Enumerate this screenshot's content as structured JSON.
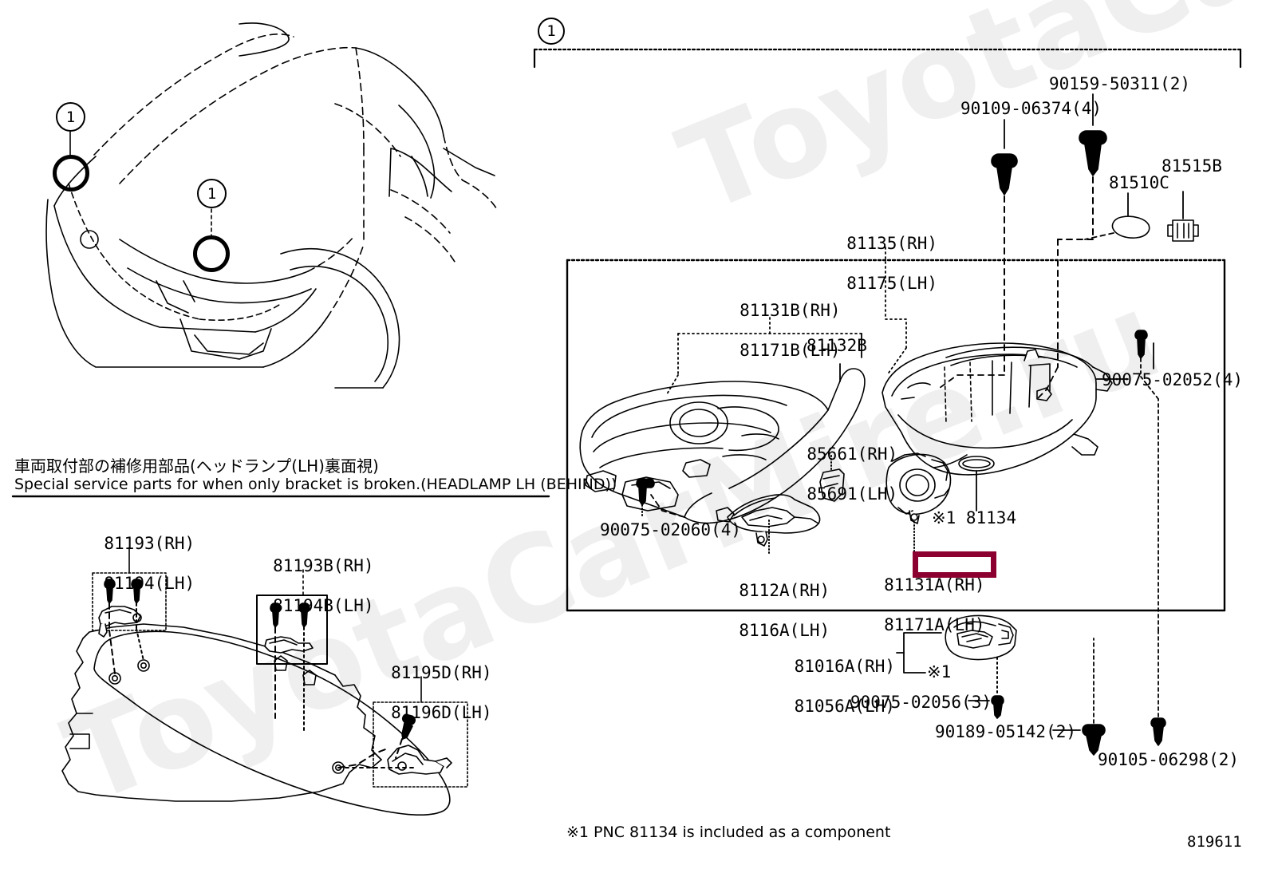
{
  "diagram": {
    "number": "819611",
    "callout": "1",
    "watermark": "ToyotaCarMire.ru"
  },
  "vehicle_view": {
    "callouts": [
      {
        "label": "1"
      },
      {
        "label": "1"
      }
    ]
  },
  "special_parts_panel": {
    "title_jp": "車両取付部の補修用部品(ヘッドランプ(LH)裏面視)",
    "title_en": "Special service parts for when only bracket is broken.(HEADLAMP LH (BEHIND))",
    "labels": [
      {
        "id": "l-81193",
        "line1": "81193(RH)",
        "line2": "81194(LH)"
      },
      {
        "id": "l-81193b",
        "line1": "81193B(RH)",
        "line2": "81194B(LH)"
      },
      {
        "id": "l-81195d",
        "line1": "81195D(RH)",
        "line2": "81196D(LH)"
      }
    ]
  },
  "assembly": {
    "labels": [
      {
        "id": "p-90109",
        "text": "90109-06374(4)"
      },
      {
        "id": "p-90159",
        "text": "90159-50311(2)"
      },
      {
        "id": "p-81510c",
        "text": "81510C"
      },
      {
        "id": "p-81515b",
        "text": "81515B"
      },
      {
        "id": "p-81135",
        "line1": "81135(RH)",
        "line2": "81175(LH)"
      },
      {
        "id": "p-81131b",
        "line1": "81131B(RH)",
        "line2": "81171B(LH)"
      },
      {
        "id": "p-81132b",
        "text": "81132B"
      },
      {
        "id": "p-90075-02052",
        "text": "90075-02052(4)"
      },
      {
        "id": "p-85661",
        "line1": "85661(RH)",
        "line2": "85691(LH)"
      },
      {
        "id": "p-90075-02060",
        "text": "90075-02060(4)"
      },
      {
        "id": "p-81134",
        "text": "※1 81134"
      },
      {
        "id": "p-8112a",
        "line1": "8112A(RH)",
        "line2": "8116A(LH)"
      },
      {
        "id": "p-81131a",
        "line1": "81131A(RH)",
        "line2": "81171A(LH)",
        "highlighted": true
      },
      {
        "id": "p-81016a",
        "line1": "81016A(RH)",
        "line2": "81056A(LH)"
      },
      {
        "id": "p-81016a-ref",
        "text": "※1"
      },
      {
        "id": "p-90075-02056",
        "text": "90075-02056(3)"
      },
      {
        "id": "p-90189",
        "text": "90189-05142(2)"
      },
      {
        "id": "p-90105",
        "text": "90105-06298(2)"
      }
    ],
    "footnote": "※1 PNC 81134 is included as a component"
  },
  "colors": {
    "highlight": "#8B0030",
    "line": "#000000",
    "watermark": "#efefef"
  }
}
